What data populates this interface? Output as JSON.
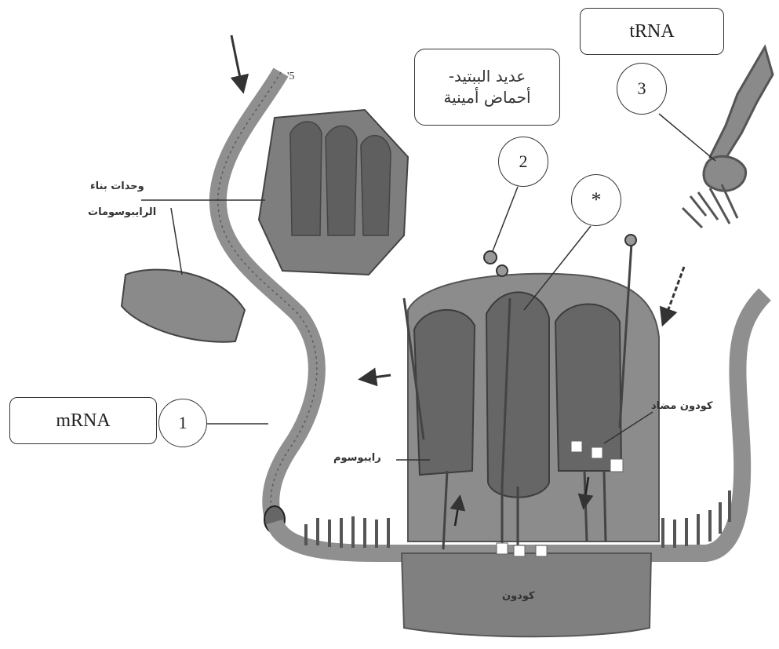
{
  "labels": {
    "trna": "tRNA",
    "mrna": "mRNA",
    "peptide_line1": "عديد الببتيد-",
    "peptide_line2": "أحماض أمينية",
    "num1": "1",
    "num2": "2",
    "num3": "3",
    "star": "*",
    "five_prime": "5'",
    "ribosome_subunits_line1": "وحدات بناء",
    "ribosome_subunits_line2": "الرايبوسومات",
    "ribosome": "رايبوسوم",
    "anticodon": "كودون مضاد",
    "codon": "كودون"
  },
  "colors": {
    "ribosome_fill": "#8a8a8a",
    "dark_fill": "#5f5f5f",
    "strand_fill": "#9a9a9a",
    "line": "#333333"
  }
}
